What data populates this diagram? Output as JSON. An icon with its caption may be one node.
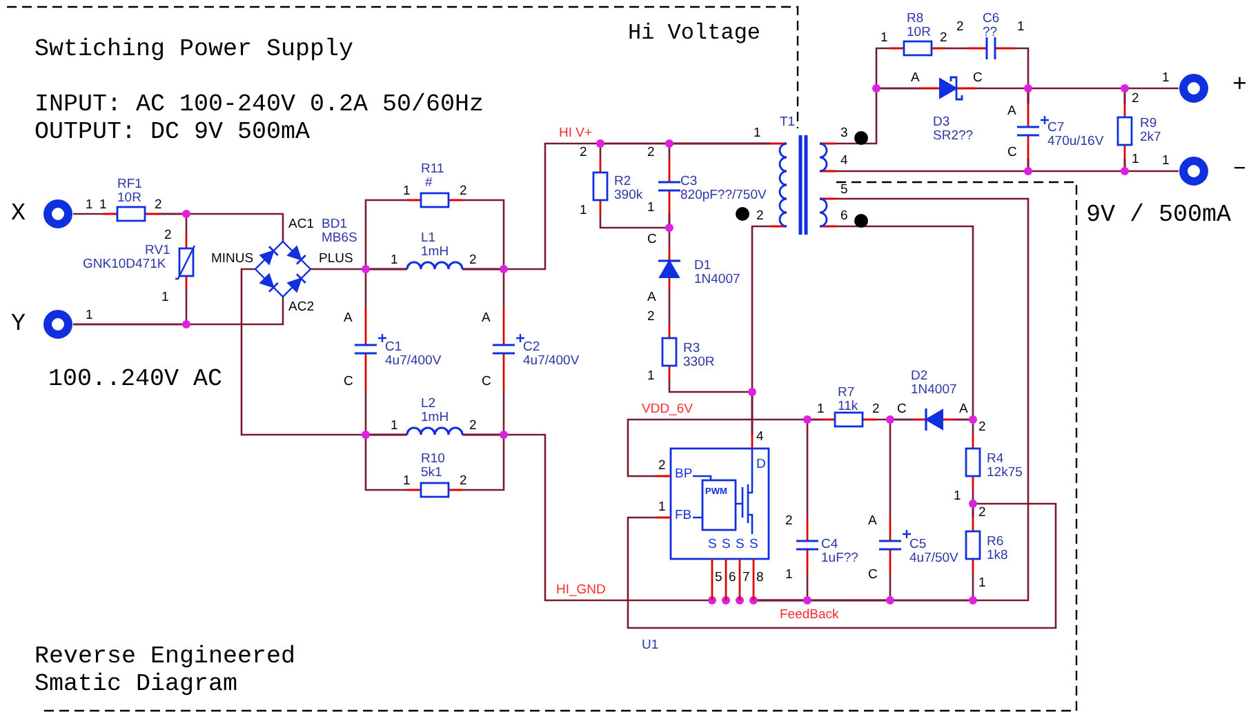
{
  "diagram": {
    "nodes": [
      {
        "text": [
          "X"
        ],
        "beside": [
          "1"
        ]
      },
      {
        "text": [
          "Y"
        ],
        "beside": [
          "1"
        ]
      },
      {
        "text": [
          "RF1",
          "10R"
        ],
        "beside": [
          "1",
          "2"
        ]
      },
      {
        "text": [
          "RV1",
          "GNK10D471K"
        ],
        "beside": [
          "2",
          "1"
        ]
      },
      {
        "text": [
          "BD1",
          "MB6S"
        ],
        "beside": [
          "AC1",
          "AC2",
          "MINUS",
          "PLUS"
        ]
      },
      {
        "text": [
          "R11",
          "#"
        ],
        "beside": [
          "1",
          "2"
        ]
      },
      {
        "text": [
          "L1",
          "1mH"
        ],
        "beside": [
          "1",
          "2"
        ]
      },
      {
        "text": [
          "C1",
          "4u7/400V"
        ],
        "beside": [
          "A",
          "C"
        ]
      },
      {
        "text": [
          "C2",
          "4u7/400V"
        ],
        "beside": [
          "A",
          "C"
        ]
      },
      {
        "text": [
          "L2",
          "1mH"
        ],
        "beside": [
          "1",
          "2"
        ]
      },
      {
        "text": [
          "R10",
          "5k1"
        ],
        "beside": [
          "1",
          "2"
        ]
      },
      {
        "text": [
          "R2",
          "390k"
        ],
        "beside": [
          "2",
          "1"
        ]
      },
      {
        "text": [
          "C3",
          "820pF??/750V"
        ],
        "beside": [
          "2",
          "1"
        ]
      },
      {
        "text": [
          "D1",
          "1N4007"
        ],
        "beside": [
          "C",
          "A"
        ]
      },
      {
        "text": [
          "R3",
          "330R"
        ],
        "beside": [
          "2",
          "1"
        ]
      },
      {
        "text": [
          "T1"
        ],
        "beside": [
          "1",
          "2",
          "3",
          "4",
          "5",
          "6"
        ]
      },
      {
        "text": [
          "R8",
          "10R"
        ],
        "beside": [
          "1",
          "2"
        ]
      },
      {
        "text": [
          "C6",
          "??"
        ],
        "beside": [
          "2",
          "1"
        ]
      },
      {
        "text": [
          "D3",
          "SR2??"
        ],
        "beside": [
          "A",
          "C"
        ]
      },
      {
        "text": [
          "C7",
          "470u/16V"
        ],
        "beside": [
          "A",
          "C"
        ]
      },
      {
        "text": [
          "R9",
          "2k7"
        ],
        "beside": [
          "2",
          "1"
        ]
      },
      {
        "text": [
          "+"
        ],
        "beside": [
          "1"
        ]
      },
      {
        "text": [
          "–"
        ],
        "beside": [
          "1"
        ]
      },
      {
        "text": [
          "BP",
          "FB",
          "D",
          "S",
          "S",
          "S",
          "S",
          "PWM"
        ],
        "beside": [
          "4",
          "2",
          "1",
          "5",
          "6",
          "7",
          "8",
          "U1"
        ]
      },
      {
        "text": [
          "R7",
          "11k"
        ],
        "beside": [
          "1",
          "2"
        ]
      },
      {
        "text": [
          "D2",
          "1N4007"
        ],
        "beside": [
          "C",
          "A"
        ]
      },
      {
        "text": [
          "R4",
          "12k75"
        ],
        "beside": [
          "2",
          "1"
        ]
      },
      {
        "text": [
          "R6",
          "1k8"
        ],
        "beside": [
          "2",
          "1"
        ]
      },
      {
        "text": [
          "C4",
          "1uF??"
        ],
        "beside": [
          "2",
          "1"
        ]
      },
      {
        "text": [
          "C5",
          "4u7/50V"
        ],
        "beside": [
          "A",
          "C"
        ]
      }
    ],
    "edges": [
      {
        "from": 0,
        "to": 2,
        "arrow": "none"
      },
      {
        "from": 2,
        "to": 4,
        "arrow": "none"
      },
      {
        "from": 3,
        "to": 2,
        "arrow": "none"
      },
      {
        "from": 1,
        "to": 4,
        "arrow": "none"
      },
      {
        "from": 3,
        "to": 1,
        "arrow": "none"
      },
      {
        "from": 4,
        "to": 6,
        "arrow": "none"
      },
      {
        "from": 5,
        "to": 6,
        "arrow": "none"
      },
      {
        "from": 7,
        "to": 6,
        "arrow": "none"
      },
      {
        "from": 5,
        "to": 6,
        "arrow": "none"
      },
      {
        "from": 8,
        "to": 6,
        "arrow": "none"
      },
      {
        "from": 6,
        "to": 15,
        "arrow": "none"
      },
      {
        "from": 11,
        "to": 15,
        "arrow": "none"
      },
      {
        "from": 12,
        "to": 15,
        "arrow": "none"
      },
      {
        "from": 4,
        "to": 9,
        "arrow": "none"
      },
      {
        "from": 7,
        "to": 9,
        "arrow": "none"
      },
      {
        "from": 10,
        "to": 9,
        "arrow": "none"
      },
      {
        "from": 8,
        "to": 9,
        "arrow": "none"
      },
      {
        "from": 10,
        "to": 9,
        "arrow": "none"
      },
      {
        "from": 9,
        "to": 23,
        "arrow": "none"
      },
      {
        "from": 11,
        "to": 12,
        "arrow": "none"
      },
      {
        "from": 13,
        "to": 12,
        "arrow": "none"
      },
      {
        "from": 13,
        "to": 14,
        "arrow": "none"
      },
      {
        "from": 14,
        "to": 23,
        "arrow": "none"
      },
      {
        "from": 15,
        "to": 23,
        "arrow": "none"
      },
      {
        "from": 23,
        "to": 24,
        "arrow": "none"
      },
      {
        "from": 28,
        "to": 24,
        "arrow": "none"
      },
      {
        "from": 24,
        "to": 25,
        "arrow": "none"
      },
      {
        "from": 29,
        "to": 25,
        "arrow": "none"
      },
      {
        "from": 26,
        "to": 25,
        "arrow": "none"
      },
      {
        "from": 15,
        "to": 25,
        "arrow": "none"
      },
      {
        "from": 26,
        "to": 27,
        "arrow": "none"
      },
      {
        "from": 27,
        "to": 23,
        "arrow": "none"
      },
      {
        "from": 28,
        "to": 23,
        "arrow": "none"
      },
      {
        "from": 29,
        "to": 23,
        "arrow": "none"
      },
      {
        "from": 27,
        "to": 23,
        "arrow": "none"
      },
      {
        "from": 15,
        "to": 23,
        "arrow": "none"
      },
      {
        "from": 15,
        "to": 18,
        "arrow": "none"
      },
      {
        "from": 16,
        "to": 18,
        "arrow": "none"
      },
      {
        "from": 16,
        "to": 17,
        "arrow": "none"
      },
      {
        "from": 17,
        "to": 19,
        "arrow": "none"
      },
      {
        "from": 18,
        "to": 19,
        "arrow": "none"
      },
      {
        "from": 20,
        "to": 19,
        "arrow": "none"
      },
      {
        "from": 21,
        "to": 20,
        "arrow": "none"
      },
      {
        "from": 15,
        "to": 19,
        "arrow": "none"
      },
      {
        "from": 20,
        "to": 19,
        "arrow": "none"
      },
      {
        "from": 22,
        "to": 20,
        "arrow": "none"
      }
    ],
    "labels": [
      "Swtiching Power Supply",
      "INPUT: AC 100-240V 0.2A 50/60Hz",
      "OUTPUT: DC 9V 500mA",
      "Hi Voltage",
      "100..240V AC",
      "9V / 500mA",
      "HI V+",
      "VDD_6V",
      "HI_GND",
      "FeedBack",
      "Reverse Engineered Smatic Diagram"
    ]
  }
}
